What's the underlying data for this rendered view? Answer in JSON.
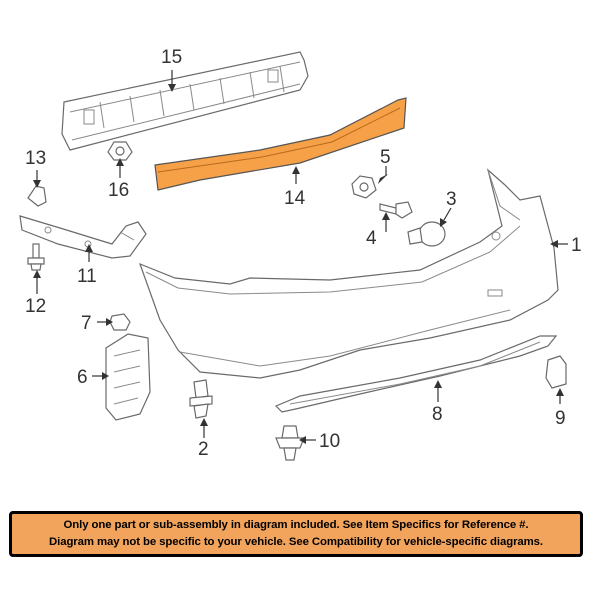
{
  "colors": {
    "highlight": "#f6a048",
    "notice_background": "#f3a45c",
    "line": "#6a6a6a",
    "label": "#333333"
  },
  "callouts": {
    "n1": "1",
    "n2": "2",
    "n3": "3",
    "n4": "4",
    "n5": "5",
    "n6": "6",
    "n7": "7",
    "n8": "8",
    "n9": "9",
    "n10": "10",
    "n11": "11",
    "n12": "12",
    "n13": "13",
    "n14": "14",
    "n15": "15",
    "n16": "16"
  },
  "notice": {
    "line1": "Only one part or sub-assembly in diagram included. See Item Specifics for Reference #.",
    "line2": "Diagram may not be specific to your vehicle. See Compatibility for vehicle-specific diagrams."
  }
}
